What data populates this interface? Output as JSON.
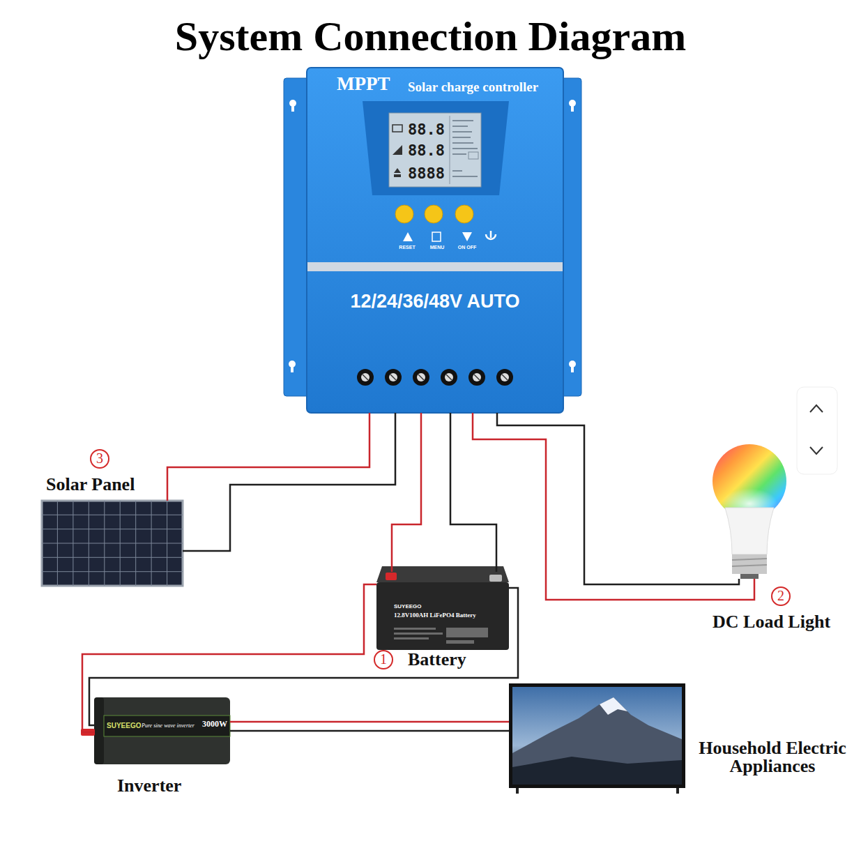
{
  "diagram": {
    "title": "System Connection Diagram",
    "nodes": [
      {
        "text": [
          "MPPT",
          "Solar charge controller",
          "12/24/36/48V AUTO"
        ]
      },
      {
        "text": [
          "Solar Panel"
        ]
      },
      {
        "text": [
          "DC Load Light"
        ]
      },
      {
        "text": [
          "Battery"
        ]
      },
      {
        "text": [
          "Inverter"
        ]
      },
      {
        "text": [
          "Household Electric Appliances"
        ]
      }
    ],
    "edges": [
      {
        "from": 0,
        "to": 1,
        "arrow": "none"
      },
      {
        "from": 0,
        "to": 1,
        "arrow": "none"
      },
      {
        "from": 0,
        "to": 3,
        "arrow": "none"
      },
      {
        "from": 0,
        "to": 3,
        "arrow": "none"
      },
      {
        "from": 0,
        "to": 2,
        "arrow": "none"
      },
      {
        "from": 0,
        "to": 2,
        "arrow": "none"
      },
      {
        "from": 3,
        "to": 4,
        "arrow": "none"
      },
      {
        "from": 3,
        "to": 4,
        "arrow": "none"
      },
      {
        "from": 4,
        "to": 5,
        "arrow": "none"
      },
      {
        "from": 4,
        "to": 5,
        "arrow": "none"
      }
    ],
    "labels": [
      "88.8",
      "88.8",
      "8888",
      "RESET",
      "MENU",
      "ON OFF",
      "3",
      "2",
      "1",
      "SUYEEGO",
      "12.8V100AH LiFePO4 Battery",
      "SUYEEGO",
      "Pure sine wave inverter",
      "3000W"
    ]
  }
}
